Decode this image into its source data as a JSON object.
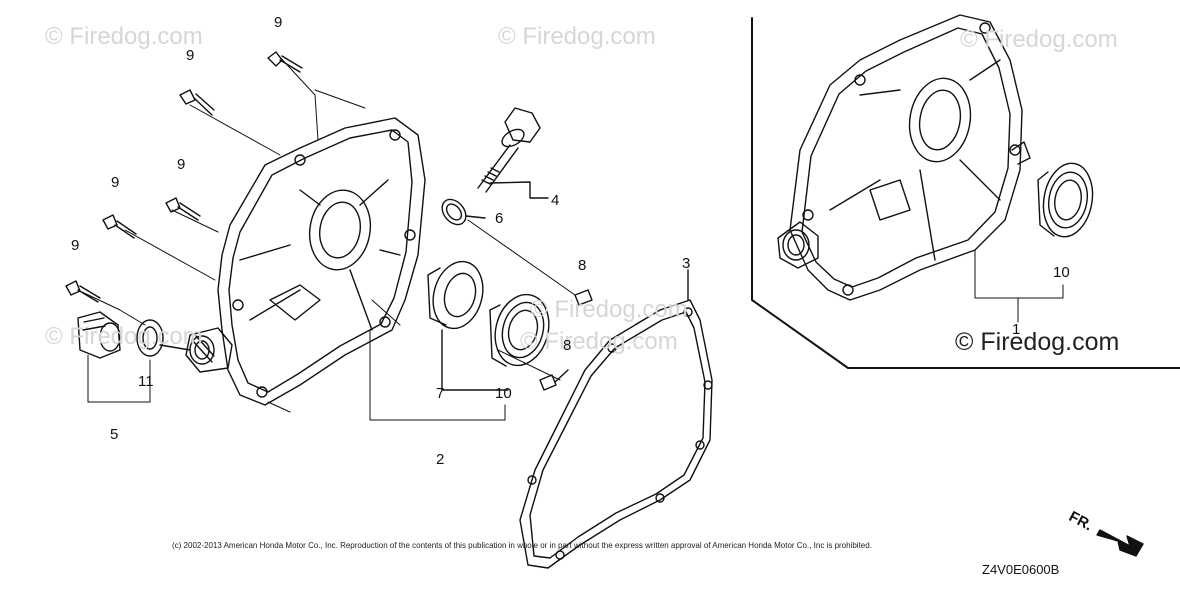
{
  "watermarks": [
    "© Firedog.com",
    "© Firedog.com",
    "© Firedog.com",
    "© Firedog.com",
    "© Firedog.com",
    "© Firedog.com"
  ],
  "watermark_main": "© Firedog.com",
  "callouts": {
    "c9a": "9",
    "c9b": "9",
    "c9c": "9",
    "c9d": "9",
    "c9e": "9",
    "c4": "4",
    "c6": "6",
    "c8a": "8",
    "c8b": "8",
    "c3": "3",
    "c7": "7",
    "c10a": "10",
    "c2": "2",
    "c11": "11",
    "c5": "5",
    "c10b": "10",
    "c1": "1"
  },
  "copyright": "(c) 2002-2013 American Honda Motor Co., Inc. Reproduction of the contents of this publication in whole or in part without the express written approval of American Honda Motor Co., Inc is prohibited.",
  "diagram_code": "Z4V0E0600B",
  "direction_label": "FR."
}
